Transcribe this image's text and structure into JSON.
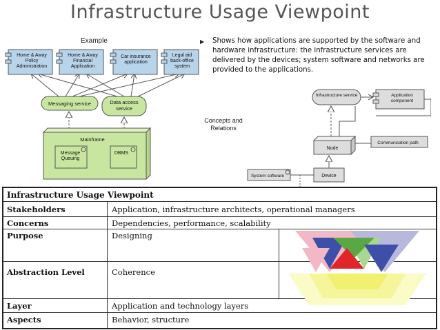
{
  "slide": {
    "title": "Infrastructure Usage Viewpoint",
    "example_label": "Example",
    "bullet": "Shows how applications are supported by the software and hardware infrastructure: the infrastructure services are delivered by the devices; system software and networks are provided to the applications.",
    "concepts_label": "Concepts and Relations"
  },
  "example_diagram": {
    "components": [
      "Home & Away Policy Administration",
      "Home & Away Financial Application",
      "Car insurance application",
      "Legal aid back-office system"
    ],
    "services": [
      "Messaging service",
      "Data access service"
    ],
    "node": "Mainframe",
    "system_software": [
      "Message Queuing",
      "DBMS"
    ],
    "colors": {
      "component_fill": "#b8d4ea",
      "service_fill": "#c8e6a0",
      "node_fill": "#c8e6a0"
    }
  },
  "concepts_diagram": {
    "infrastructure_service": "Infrastructure service",
    "application_component": "Application component",
    "node": "Node",
    "communication_path": "Communication path",
    "system_software": "System software",
    "device": "Device"
  },
  "viewpoint_table": {
    "header": "Infrastructure Usage Viewpoint",
    "rows": [
      {
        "label": "Stakeholders",
        "value": "Application, infrastructure architects, operational managers"
      },
      {
        "label": "Concerns",
        "value": "Dependencies, performance, scalability"
      },
      {
        "label": "Purpose",
        "value": "Designing"
      },
      {
        "label": "Abstraction Level",
        "value": "Coherence"
      },
      {
        "label": "Layer",
        "value": "Application and technology layers"
      },
      {
        "label": "Aspects",
        "value": "Behavior, structure"
      }
    ],
    "colors": {
      "pink": "#f2b8c6",
      "blue": "#3d4fa8",
      "green": "#5aa845",
      "red": "#e0252b",
      "lilac": "#b8b8dc",
      "lightgreen": "#a8d890",
      "yellow": "#f5f59a",
      "paleyellow": "#fbfbc8"
    }
  }
}
